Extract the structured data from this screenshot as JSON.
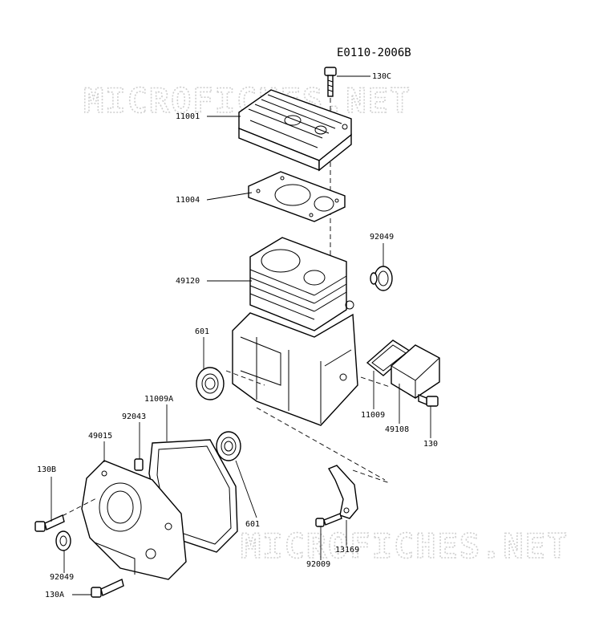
{
  "diagram": {
    "code": "E0110-2006B",
    "watermark": "MICROFICHES.NET",
    "parts": [
      {
        "id": "130c",
        "label": "130C"
      },
      {
        "id": "11001",
        "label": "11001"
      },
      {
        "id": "11004",
        "label": "11004"
      },
      {
        "id": "92049-top",
        "label": "92049"
      },
      {
        "id": "49120",
        "label": "49120"
      },
      {
        "id": "601-top",
        "label": "601"
      },
      {
        "id": "11009",
        "label": "11009"
      },
      {
        "id": "49108",
        "label": "49108"
      },
      {
        "id": "130",
        "label": "130"
      },
      {
        "id": "11009a",
        "label": "11009A"
      },
      {
        "id": "92043",
        "label": "92043"
      },
      {
        "id": "49015",
        "label": "49015"
      },
      {
        "id": "130b",
        "label": "130B"
      },
      {
        "id": "601-bottom",
        "label": "601"
      },
      {
        "id": "92049-bottom",
        "label": "92049"
      },
      {
        "id": "13169",
        "label": "13169"
      },
      {
        "id": "92009",
        "label": "92009"
      },
      {
        "id": "130a",
        "label": "130A"
      }
    ]
  }
}
